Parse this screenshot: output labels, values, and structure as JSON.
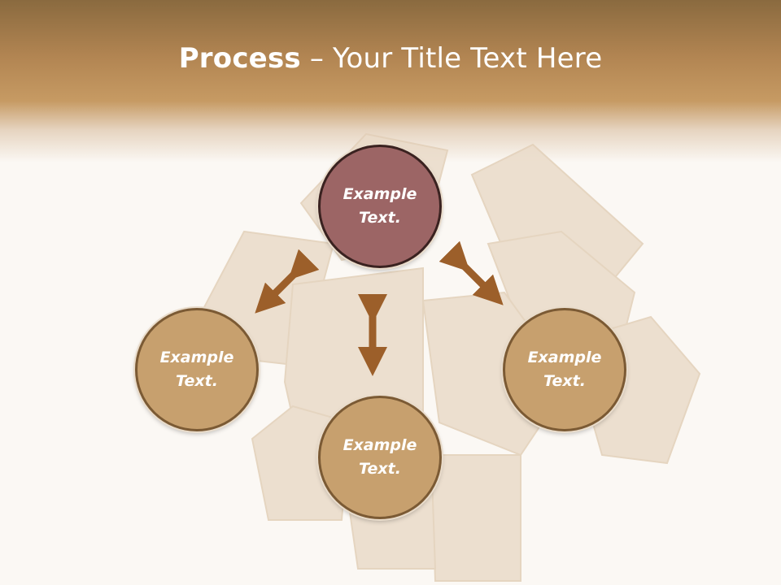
{
  "title": {
    "bold": "Process",
    "rest": " – Your Title Text Here"
  },
  "nodes": {
    "top": {
      "line1": "Example",
      "line2": "Text."
    },
    "left": {
      "line1": "Example",
      "line2": "Text."
    },
    "right": {
      "line1": "Example",
      "line2": "Text."
    },
    "bottom": {
      "line1": "Example",
      "line2": "Text."
    }
  },
  "colors": {
    "header": "#b28552",
    "node_tan": "#c7a06e",
    "node_rose": "#9c6565",
    "arrow": "#9c5f2a"
  }
}
